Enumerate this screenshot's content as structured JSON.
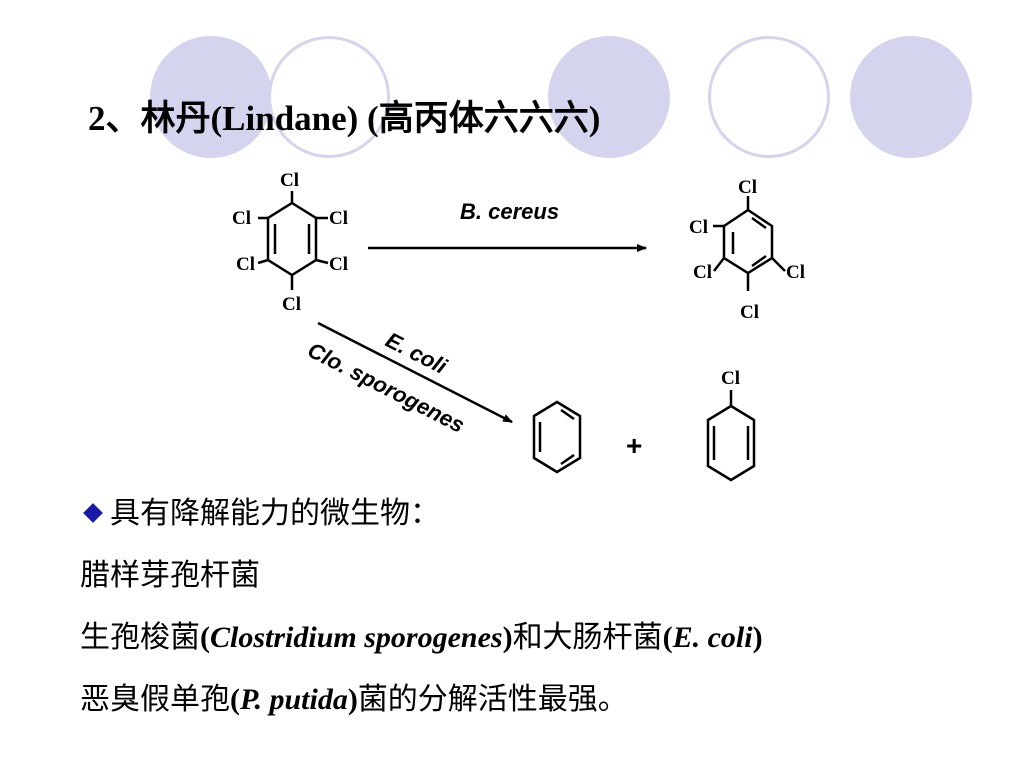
{
  "title": "2、林丹(Lindane) (高丙体六六六)",
  "diagram": {
    "atom": "Cl",
    "organism_1": "B. cereus",
    "organism_2": "E. coli",
    "organism_3": "Clo. sporogenes",
    "plus": "+"
  },
  "body": {
    "line1": "具有降解能力的微生物：",
    "line2": "腊样芽孢杆菌",
    "line3": {
      "a": "生孢梭菌",
      "b": "(",
      "c": "Clostridium sporogenes",
      "d": ")",
      "e": "和大肠杆菌",
      "f": "(",
      "g": "E. coli",
      "h": ")"
    },
    "line4": {
      "a": "恶臭假单孢",
      "b": "(",
      "c": "P. putida",
      "d": ")",
      "e": "菌的分解活性最强。"
    }
  },
  "colors": {
    "circle": "#d4d4ee",
    "bullet": "#1a1aa8"
  }
}
